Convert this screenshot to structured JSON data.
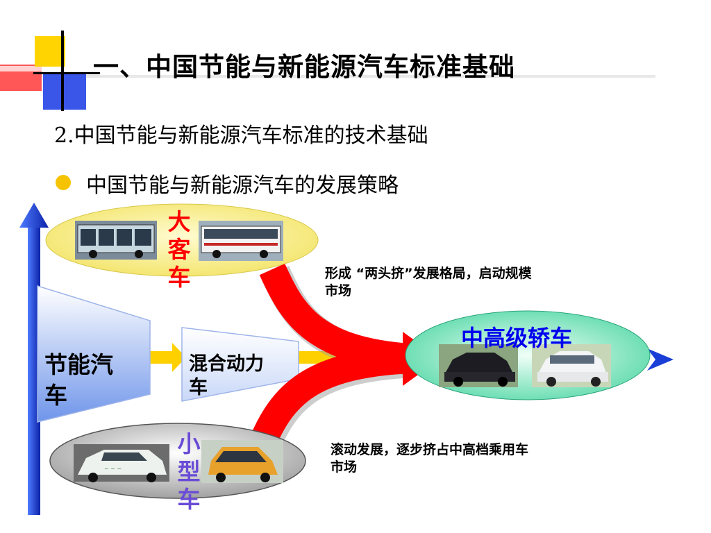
{
  "slide": {
    "title": "一、中国节能与新能源汽车标准基础",
    "subtitle": "2.中国节能与新能源汽车标准的技术基础",
    "bullet": "中国节能与新能源汽车的发展策略"
  },
  "diagram": {
    "bus": {
      "label_lines": [
        "大",
        "客",
        "车"
      ],
      "color": "#ff0000"
    },
    "small_car": {
      "label_lines": [
        "小",
        "型",
        "车"
      ],
      "color": "#6a4cd6"
    },
    "sedan": {
      "label": "中高级轿车",
      "color": "#0000ee"
    },
    "energy_saving_line1": "节能汽",
    "energy_saving_line2": "车",
    "hybrid_line1": "混合动力",
    "hybrid_line2": "车",
    "note_top_line1": "形成 “两头挤”发展格局，启动规模",
    "note_top_line2": "市场",
    "note_bottom_line1": "滚动发展，逐步挤占中高档乘用车",
    "note_bottom_line2": "市场"
  },
  "colors": {
    "accent_red": "#ff0000",
    "accent_yellow": "#ffd700",
    "axis_blue": "#1a3fd6"
  }
}
